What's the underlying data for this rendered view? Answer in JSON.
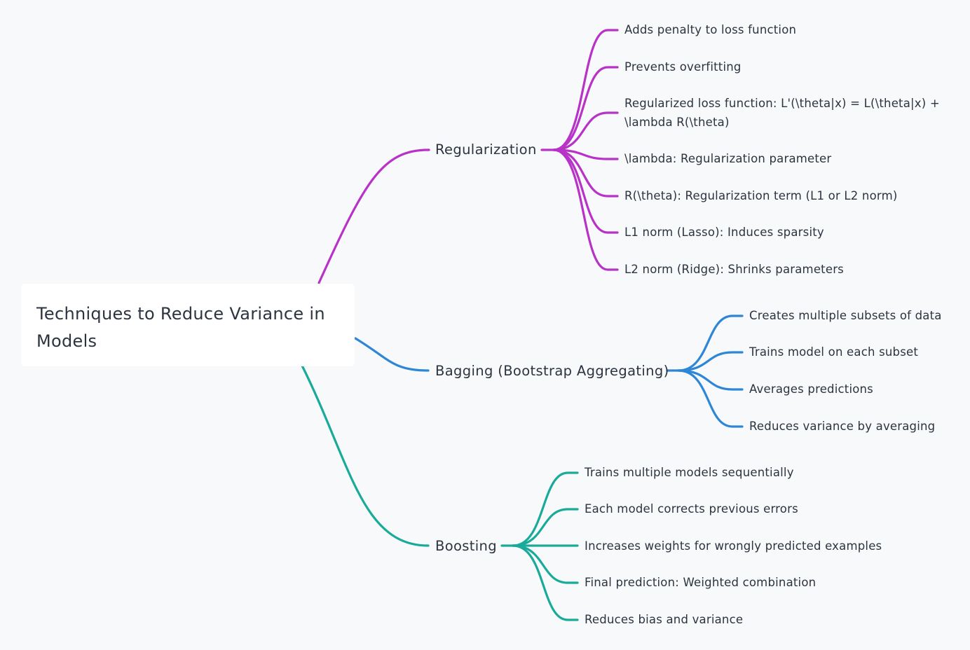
{
  "root": {
    "title": "Techniques to Reduce Variance in Models"
  },
  "colors": {
    "regularization": "#b832c7",
    "bagging": "#2e86d6",
    "boosting": "#1aaa9a"
  },
  "branches": {
    "regularization": {
      "label": "Regularization",
      "items": [
        "Adds penalty to loss function",
        "Prevents overfitting",
        "Regularized loss function: L'(\\theta|x) = L(\\theta|x) + \\lambda R(\\theta)",
        "\\lambda: Regularization parameter",
        "R(\\theta): Regularization term (L1 or L2 norm)",
        "L1 norm (Lasso): Induces sparsity",
        "L2 norm (Ridge): Shrinks parameters"
      ]
    },
    "bagging": {
      "label": "Bagging (Bootstrap Aggregating)",
      "items": [
        "Creates multiple subsets of data",
        "Trains model on each subset",
        "Averages predictions",
        "Reduces variance by averaging"
      ]
    },
    "boosting": {
      "label": "Boosting",
      "items": [
        "Trains multiple models sequentially",
        "Each model corrects previous errors",
        "Increases weights for wrongly predicted examples",
        "Final prediction: Weighted combination",
        "Reduces bias and variance"
      ]
    }
  }
}
